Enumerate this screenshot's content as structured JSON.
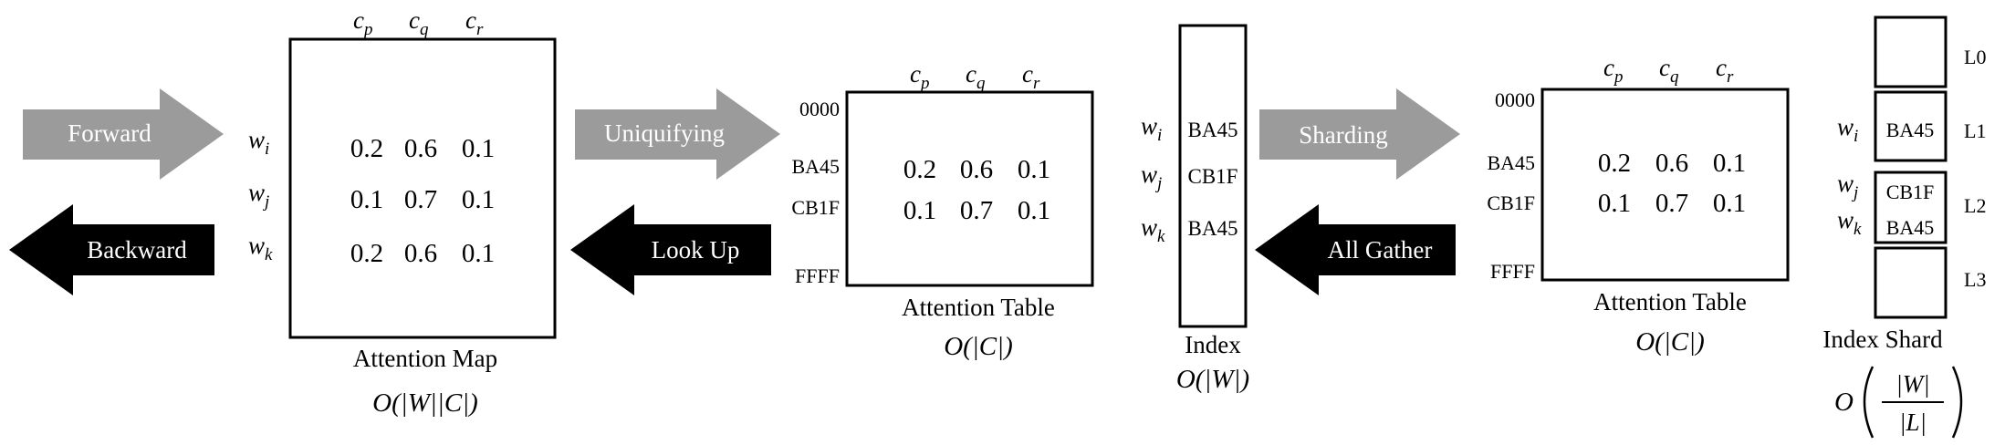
{
  "arrows": {
    "forward": "Forward",
    "backward": "Backward",
    "uniquifying": "Uniquifying",
    "look_up": "Look Up",
    "sharding": "Sharding",
    "all_gather": "All Gather"
  },
  "colors": {
    "gray_arrow": "#9b9b9b",
    "black_arrow": "#000000",
    "stroke": "#000000"
  },
  "attention_map": {
    "columns": [
      "c",
      "c",
      "c"
    ],
    "column_subscripts": [
      "p",
      "q",
      "r"
    ],
    "rows": [
      {
        "w": "w",
        "sub": "i",
        "values": [
          "0.2",
          "0.6",
          "0.1"
        ]
      },
      {
        "w": "w",
        "sub": "j",
        "values": [
          "0.1",
          "0.7",
          "0.1"
        ]
      },
      {
        "w": "w",
        "sub": "k",
        "values": [
          "0.2",
          "0.6",
          "0.1"
        ]
      }
    ],
    "caption": "Attention Map",
    "complexity": "O(|W||C|)"
  },
  "attention_table_1": {
    "top_label": "0000",
    "bottom_label": "FFFF",
    "rows": [
      {
        "key": "BA45",
        "values": [
          "0.2",
          "0.6",
          "0.1"
        ]
      },
      {
        "key": "CB1F",
        "values": [
          "0.1",
          "0.7",
          "0.1"
        ]
      }
    ],
    "caption": "Attention Table",
    "complexity": "O(|C|)"
  },
  "index": {
    "rows": [
      {
        "sub": "i",
        "value": "BA45"
      },
      {
        "sub": "j",
        "value": "CB1F"
      },
      {
        "sub": "k",
        "value": "BA45"
      }
    ],
    "caption": "Index",
    "complexity": "O(|W|)"
  },
  "attention_table_2": {
    "top_label": "0000",
    "bottom_label": "FFFF",
    "rows": [
      {
        "key": "BA45",
        "values": [
          "0.2",
          "0.6",
          "0.1"
        ]
      },
      {
        "key": "CB1F",
        "values": [
          "0.1",
          "0.7",
          "0.1"
        ]
      }
    ],
    "caption": "Attention Table",
    "complexity": "O(|C|)"
  },
  "index_shard": {
    "shards": [
      "L0",
      "L1",
      "L2",
      "L3"
    ],
    "l1_value": "BA45",
    "l2_values": [
      "CB1F",
      "BA45"
    ],
    "row_subs": [
      "i",
      "j",
      "k"
    ],
    "caption": "Index Shard",
    "complexity_lead": "O",
    "complexity_num": "|W|",
    "complexity_den": "|L|"
  }
}
